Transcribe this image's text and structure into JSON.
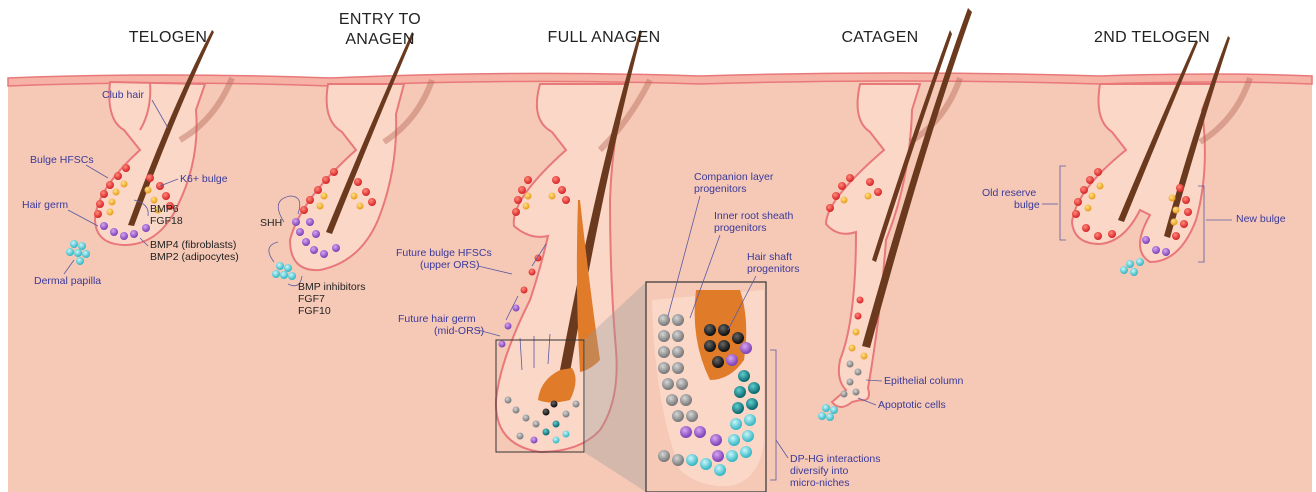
{
  "stages": {
    "telogen": "TELOGEN",
    "entry_line1": "ENTRY TO",
    "entry_line2": "ANAGEN",
    "full_anagen": "FULL ANAGEN",
    "catagen": "CATAGEN",
    "second_telogen": "2ND TELOGEN"
  },
  "labels": {
    "club_hair": "Club hair",
    "bulge_hfscs": "Bulge HFSCs",
    "k6_bulge": "K6+ bulge",
    "hair_germ": "Hair germ",
    "dermal_papilla": "Dermal papilla",
    "bmp6": "BMP6",
    "fgf18": "FGF18",
    "bmp4": "BMP4 (fibroblasts)",
    "bmp2": "BMP2 (adipocytes)",
    "shh": "SHH",
    "bmp_inhibitors": "BMP inhibitors",
    "fgf7": "FGF7",
    "fgf10": "FGF10",
    "future_bulge_1": "Future bulge HFSCs",
    "future_bulge_2": "(upper ORS)",
    "future_germ_1": "Future hair germ",
    "future_germ_2": "(mid-ORS)",
    "companion_1": "Companion layer",
    "companion_2": "progenitors",
    "irs_1": "Inner root sheath",
    "irs_2": "progenitors",
    "shaft_1": "Hair shaft",
    "shaft_2": "progenitors",
    "dp_hg_1": "DP-HG interactions",
    "dp_hg_2": "diversify into",
    "dp_hg_3": "micro-niches",
    "epithelial_column": "Epithelial column",
    "apoptotic_cells": "Apoptotic cells",
    "old_reserve_1": "Old reserve",
    "old_reserve_2": "bulge",
    "new_bulge": "New bulge"
  },
  "colors": {
    "skin": "#f6c9b7",
    "epidermis_edge": "#e8787a",
    "follicle_fill": "#fbd7c8",
    "hair_shaft": "#6b3a1e",
    "anagen_bulb": "#e07b2a",
    "bulge_cell": "#e8393a",
    "k6_cell": "#f2b43a",
    "germ_cell": "#9b5cc7",
    "dp_cell": "#5fd0d8",
    "label_blue": "#3a3a9a"
  }
}
